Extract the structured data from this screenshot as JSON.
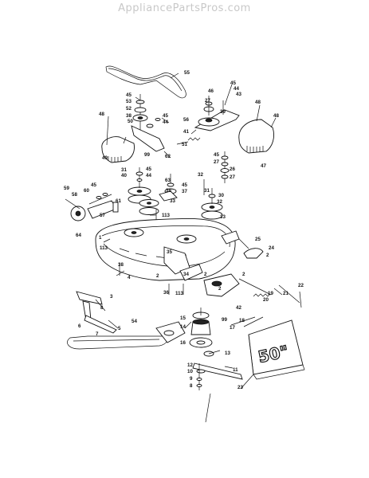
{
  "watermark": "AppliancePartsPros.com",
  "deck_badge": "50\"",
  "labels": {
    "l55": "55",
    "l46": "46",
    "l45a": "45",
    "l44a": "44",
    "l43": "43",
    "l45b": "45",
    "l53": "53",
    "l52": "52",
    "l38a": "38",
    "l50": "50",
    "l27a": "27",
    "l39": "39",
    "l45c": "45",
    "l44b": "44",
    "l56": "56",
    "l41": "41",
    "l48a": "48",
    "l49": "49",
    "l48b": "48",
    "l48c": "48",
    "l47": "47",
    "l51": "51",
    "l99a": "99",
    "l62": "62",
    "l45d": "45",
    "l27b": "27",
    "l26": "26",
    "l27c": "27",
    "l31a": "31",
    "l40": "40",
    "l45e": "45",
    "l44c": "44",
    "l32a": "32",
    "l63": "63",
    "l38b": "38",
    "l45f": "45",
    "l37": "37",
    "l33a": "33",
    "l31b": "31",
    "l30": "30",
    "l32b": "32",
    "l33b": "33",
    "l59": "59",
    "l58": "58",
    "l60": "60",
    "l45g": "45",
    "l61": "61",
    "l57": "57",
    "l64": "64",
    "l113a": "113",
    "l35": "35",
    "l113b": "113",
    "l25": "25",
    "l24": "24",
    "l34": "34",
    "l2a": "2",
    "l2b": "2",
    "l38c": "38",
    "l4": "4",
    "l3": "3",
    "l113c": "113",
    "l36": "36",
    "l2c": "2",
    "l2d": "2",
    "l42": "42",
    "l19": "19",
    "l21": "21",
    "l20": "20",
    "l22": "22",
    "l8": "8",
    "l6": "6",
    "l7": "7",
    "l5": "5",
    "l54": "54",
    "l15": "15",
    "l14": "14",
    "l99b": "99",
    "l18": "18",
    "l17": "17",
    "l16": "16",
    "l13": "13",
    "l12": "12",
    "l10": "10",
    "l9": "9",
    "l8b": "8",
    "l11": "11",
    "l23": "23",
    "l2e": "2",
    "l1": "1"
  }
}
